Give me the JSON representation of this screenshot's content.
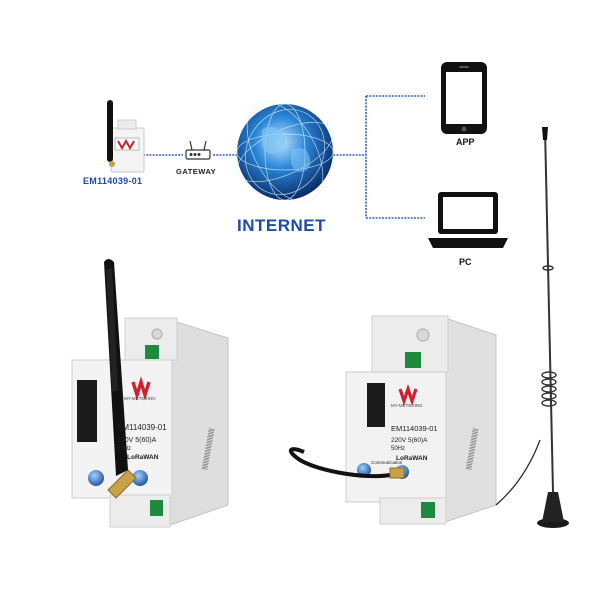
{
  "topology": {
    "device_model": "EM114039-01",
    "gateway_label": "GATEWAY",
    "internet_label": "INTERNET",
    "app_label": "APP",
    "pc_label": "PC"
  },
  "meter_left": {
    "brand": "MY-METERING",
    "model": "EM114039-01",
    "rating": "220V 5(60)A",
    "freq": "50Hz",
    "protocol": "LoRaWAN"
  },
  "meter_right": {
    "brand": "MY-METERING",
    "model": "EM114039-01",
    "rating": "220V 5(60)A",
    "freq": "50Hz",
    "protocol": "LoRaWAN",
    "comm_label": "Communication"
  },
  "colors": {
    "link_line": "#2f62c8",
    "accent_blue": "#1f4aa8",
    "brand_red": "#d2202f",
    "meter_body": "#f2f2f2",
    "antenna_black": "#111111",
    "connector_gold": "#c8a24a"
  }
}
